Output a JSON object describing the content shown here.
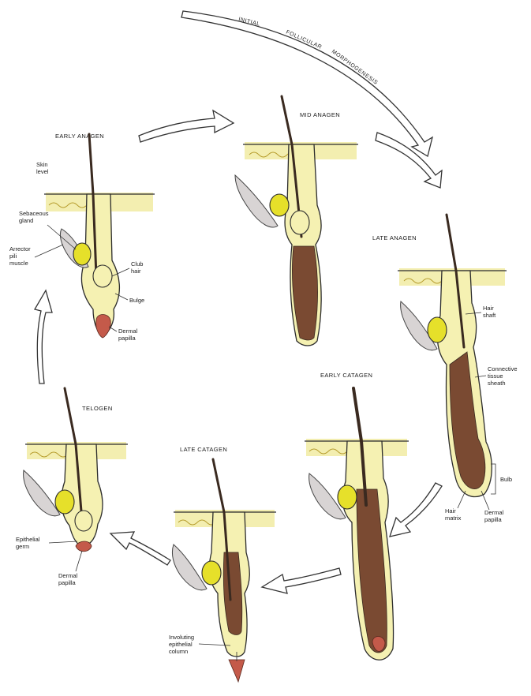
{
  "arc_caption": [
    "INITIAL",
    "FOLLICULAR",
    "MORPHOGENESIS"
  ],
  "stages": {
    "early_anagen": "EARLY ANAGEN",
    "mid_anagen": "MID ANAGEN",
    "late_anagen": "LATE ANAGEN",
    "early_catagen": "EARLY CATAGEN",
    "late_catagen": "LATE CATAGEN",
    "telogen": "TELOGEN"
  },
  "labels": {
    "skin_surface": [
      "Skin",
      "level"
    ],
    "sebaceous_gland": [
      "Sebaceous",
      "gland"
    ],
    "arrector": [
      "Arrector",
      "pili",
      "muscle"
    ],
    "club_hair": [
      "Club",
      "hair"
    ],
    "bulge": "Bulge",
    "dermal_papilla_early": [
      "Dermal",
      "papilla"
    ],
    "hair_shaft": [
      "Hair",
      "shaft"
    ],
    "connective_tissue_sheath": [
      "Connective",
      "tissue",
      "sheath"
    ],
    "bulb": "Bulb",
    "hair_matrix": [
      "Hair",
      "matrix"
    ],
    "dermal_papilla_late": [
      "Dermal",
      "papilla"
    ],
    "epithelial_strand": [
      "Epithelial",
      "germ"
    ],
    "dermal_papilla_telogen": [
      "Dermal",
      "papilla"
    ],
    "involuting_column": [
      "Involuting",
      "epithelial",
      "column"
    ]
  }
}
